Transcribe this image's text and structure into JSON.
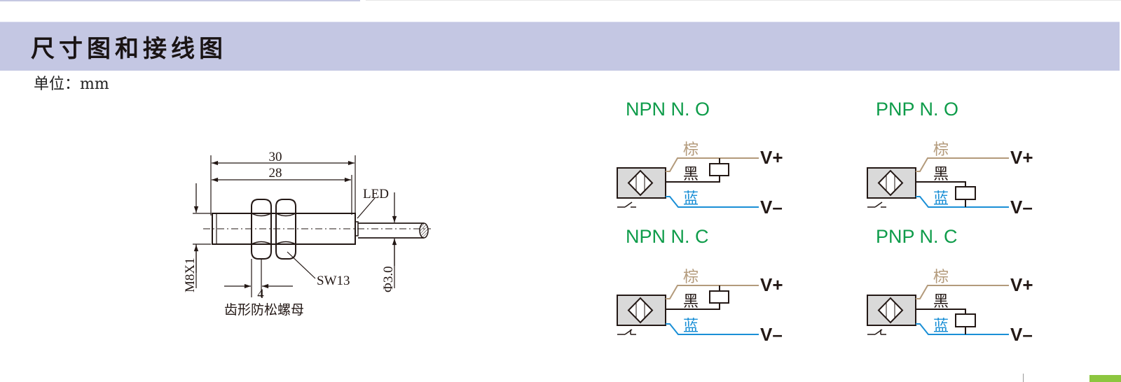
{
  "header": {
    "title": "尺寸图和接线图"
  },
  "unit_label": "单位：mm",
  "dimension_drawing": {
    "length_overall": "30",
    "length_thread": "28",
    "led_label": "LED",
    "thread_label": "M8X1",
    "cable_label": "Φ3.0",
    "nut_width_label": "SW13",
    "nut_thickness_label": "4",
    "nut_caption": "齿形防松螺母"
  },
  "wiring": {
    "colors": {
      "brown": "#b39a7b",
      "black": "#231815",
      "blue": "#1a8fd6",
      "title_green": "#0e9c4a",
      "sensor_fill": "#d9d9d9"
    },
    "diagrams": [
      {
        "title": "NPN   N. O",
        "type": "NPN",
        "contact": "NO",
        "brown_label": "棕",
        "black_label": "黑",
        "blue_label": "蓝",
        "vplus": "V+",
        "vminus": "V–"
      },
      {
        "title": "PNP   N. O",
        "type": "PNP",
        "contact": "NO",
        "brown_label": "棕",
        "black_label": "黑",
        "blue_label": "蓝",
        "vplus": "V+",
        "vminus": "V–"
      },
      {
        "title": "NPN   N. C",
        "type": "NPN",
        "contact": "NC",
        "brown_label": "棕",
        "black_label": "黑",
        "blue_label": "蓝",
        "vplus": "V+",
        "vminus": "V–"
      },
      {
        "title": "PNP   N. C",
        "type": "PNP",
        "contact": "NC",
        "brown_label": "棕",
        "black_label": "黑",
        "blue_label": "蓝",
        "vplus": "V+",
        "vminus": "V–"
      }
    ]
  }
}
